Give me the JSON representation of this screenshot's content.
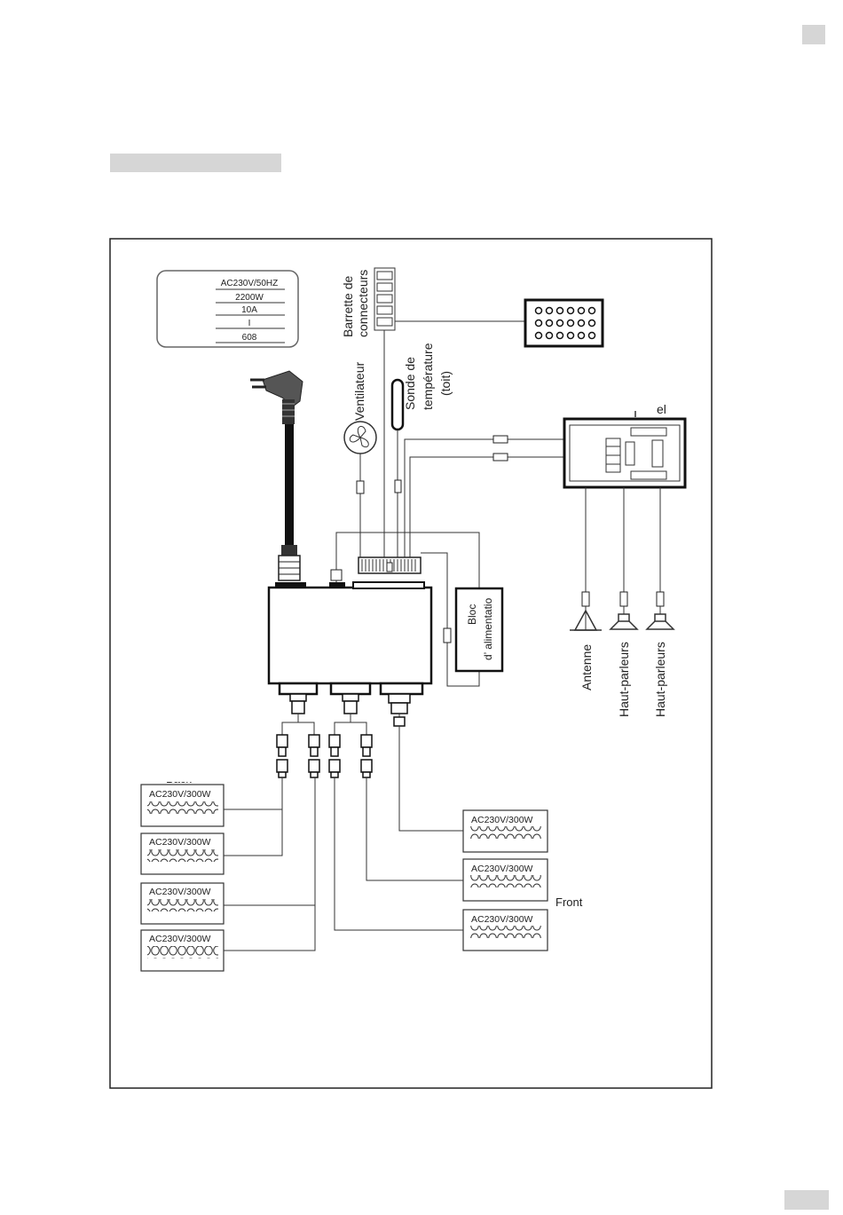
{
  "specs": [
    "AC230V/50HZ",
    "2200W",
    "10A",
    "I",
    "608"
  ],
  "labels": {
    "connector_strip": [
      "Barrette de",
      "connecteurs"
    ],
    "fan": "Ventilateur",
    "temp_probe": [
      "Sonde de",
      "température",
      "(toit)"
    ],
    "panel_fragment": "el",
    "power_block": [
      "Bloc",
      "d’ alimentatio"
    ],
    "antenna": "Antenne",
    "speaker_1": "Haut-parleurs",
    "speaker_2": "Haut-parleurs",
    "back_fragment": "Back",
    "front": "Front"
  },
  "heaters": [
    "AC230V/300W",
    "AC230V/300W",
    "AC230V/300W",
    "AC230V/300W",
    "AC230V/300W",
    "AC230V/300W",
    "AC230V/300W"
  ]
}
